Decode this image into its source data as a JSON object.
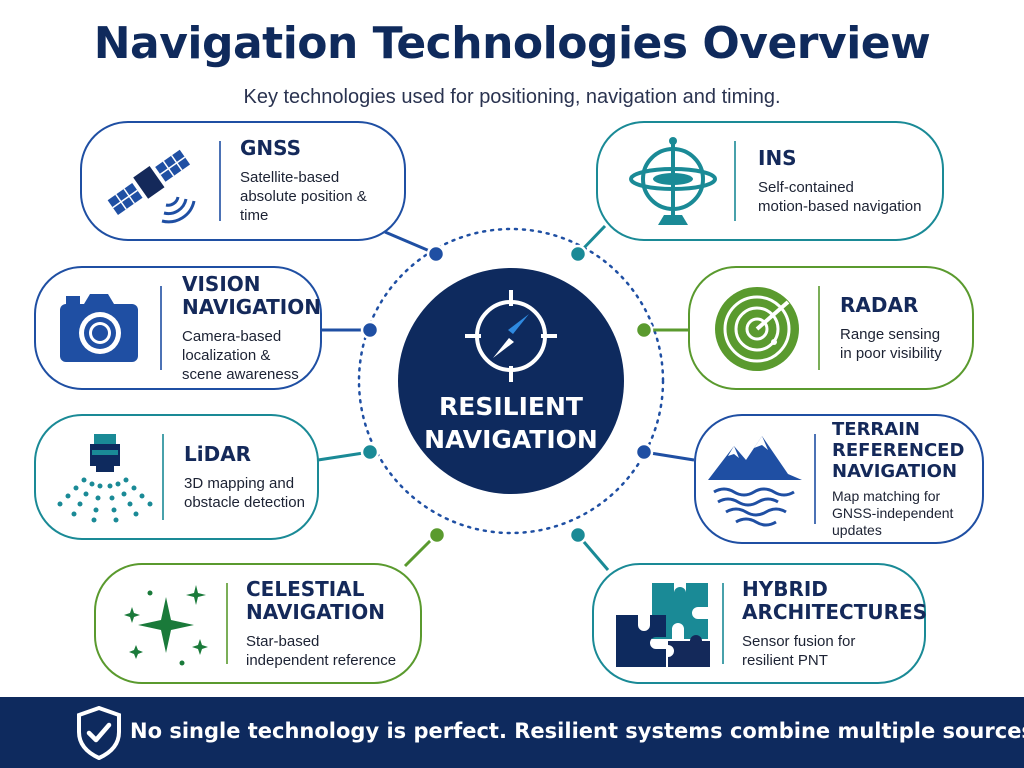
{
  "header": {
    "title": "Navigation Technologies Overview",
    "subtitle": "Key technologies used for positioning, navigation and timing."
  },
  "center": {
    "label": "RESILIENT\nNAVIGATION",
    "icon": "compass-icon"
  },
  "technologies": {
    "gnss": {
      "title": "GNSS",
      "description": "Satellite-based\nabsolute position & time",
      "icon": "satellite-icon"
    },
    "vision": {
      "title": "VISION\nNAVIGATION",
      "description": "Camera-based\nlocalization &\nscene awareness",
      "icon": "camera-icon"
    },
    "lidar": {
      "title": "LiDAR",
      "description": "3D mapping and\nobstacle detection",
      "icon": "lidar-icon"
    },
    "celestial": {
      "title": "CELESTIAL\nNAVIGATION",
      "description": "Star-based\nindependent reference",
      "icon": "stars-icon"
    },
    "ins": {
      "title": "INS",
      "description": "Self-contained\nmotion-based navigation",
      "icon": "gyroscope-icon"
    },
    "radar": {
      "title": "RADAR",
      "description": "Range sensing\nin poor visibility",
      "icon": "radar-icon"
    },
    "terrain": {
      "title": "TERRAIN\nREFERENCED\nNAVIGATION",
      "description": "Map matching for\nGNSS-independent\nupdates",
      "icon": "mountain-icon"
    },
    "hybrid": {
      "title": "HYBRID\nARCHITECTURES",
      "description": "Sensor fusion for\nresilient PNT",
      "icon": "puzzle-icon"
    }
  },
  "footer": {
    "text": "No single technology is perfect. Resilient systems combine multiple sources.",
    "icon": "shield-check-icon"
  },
  "colors": {
    "navy": "#0e2a5e",
    "blue": "#1f4fa3",
    "teal": "#1a8a96",
    "green": "#5a9a2e"
  }
}
